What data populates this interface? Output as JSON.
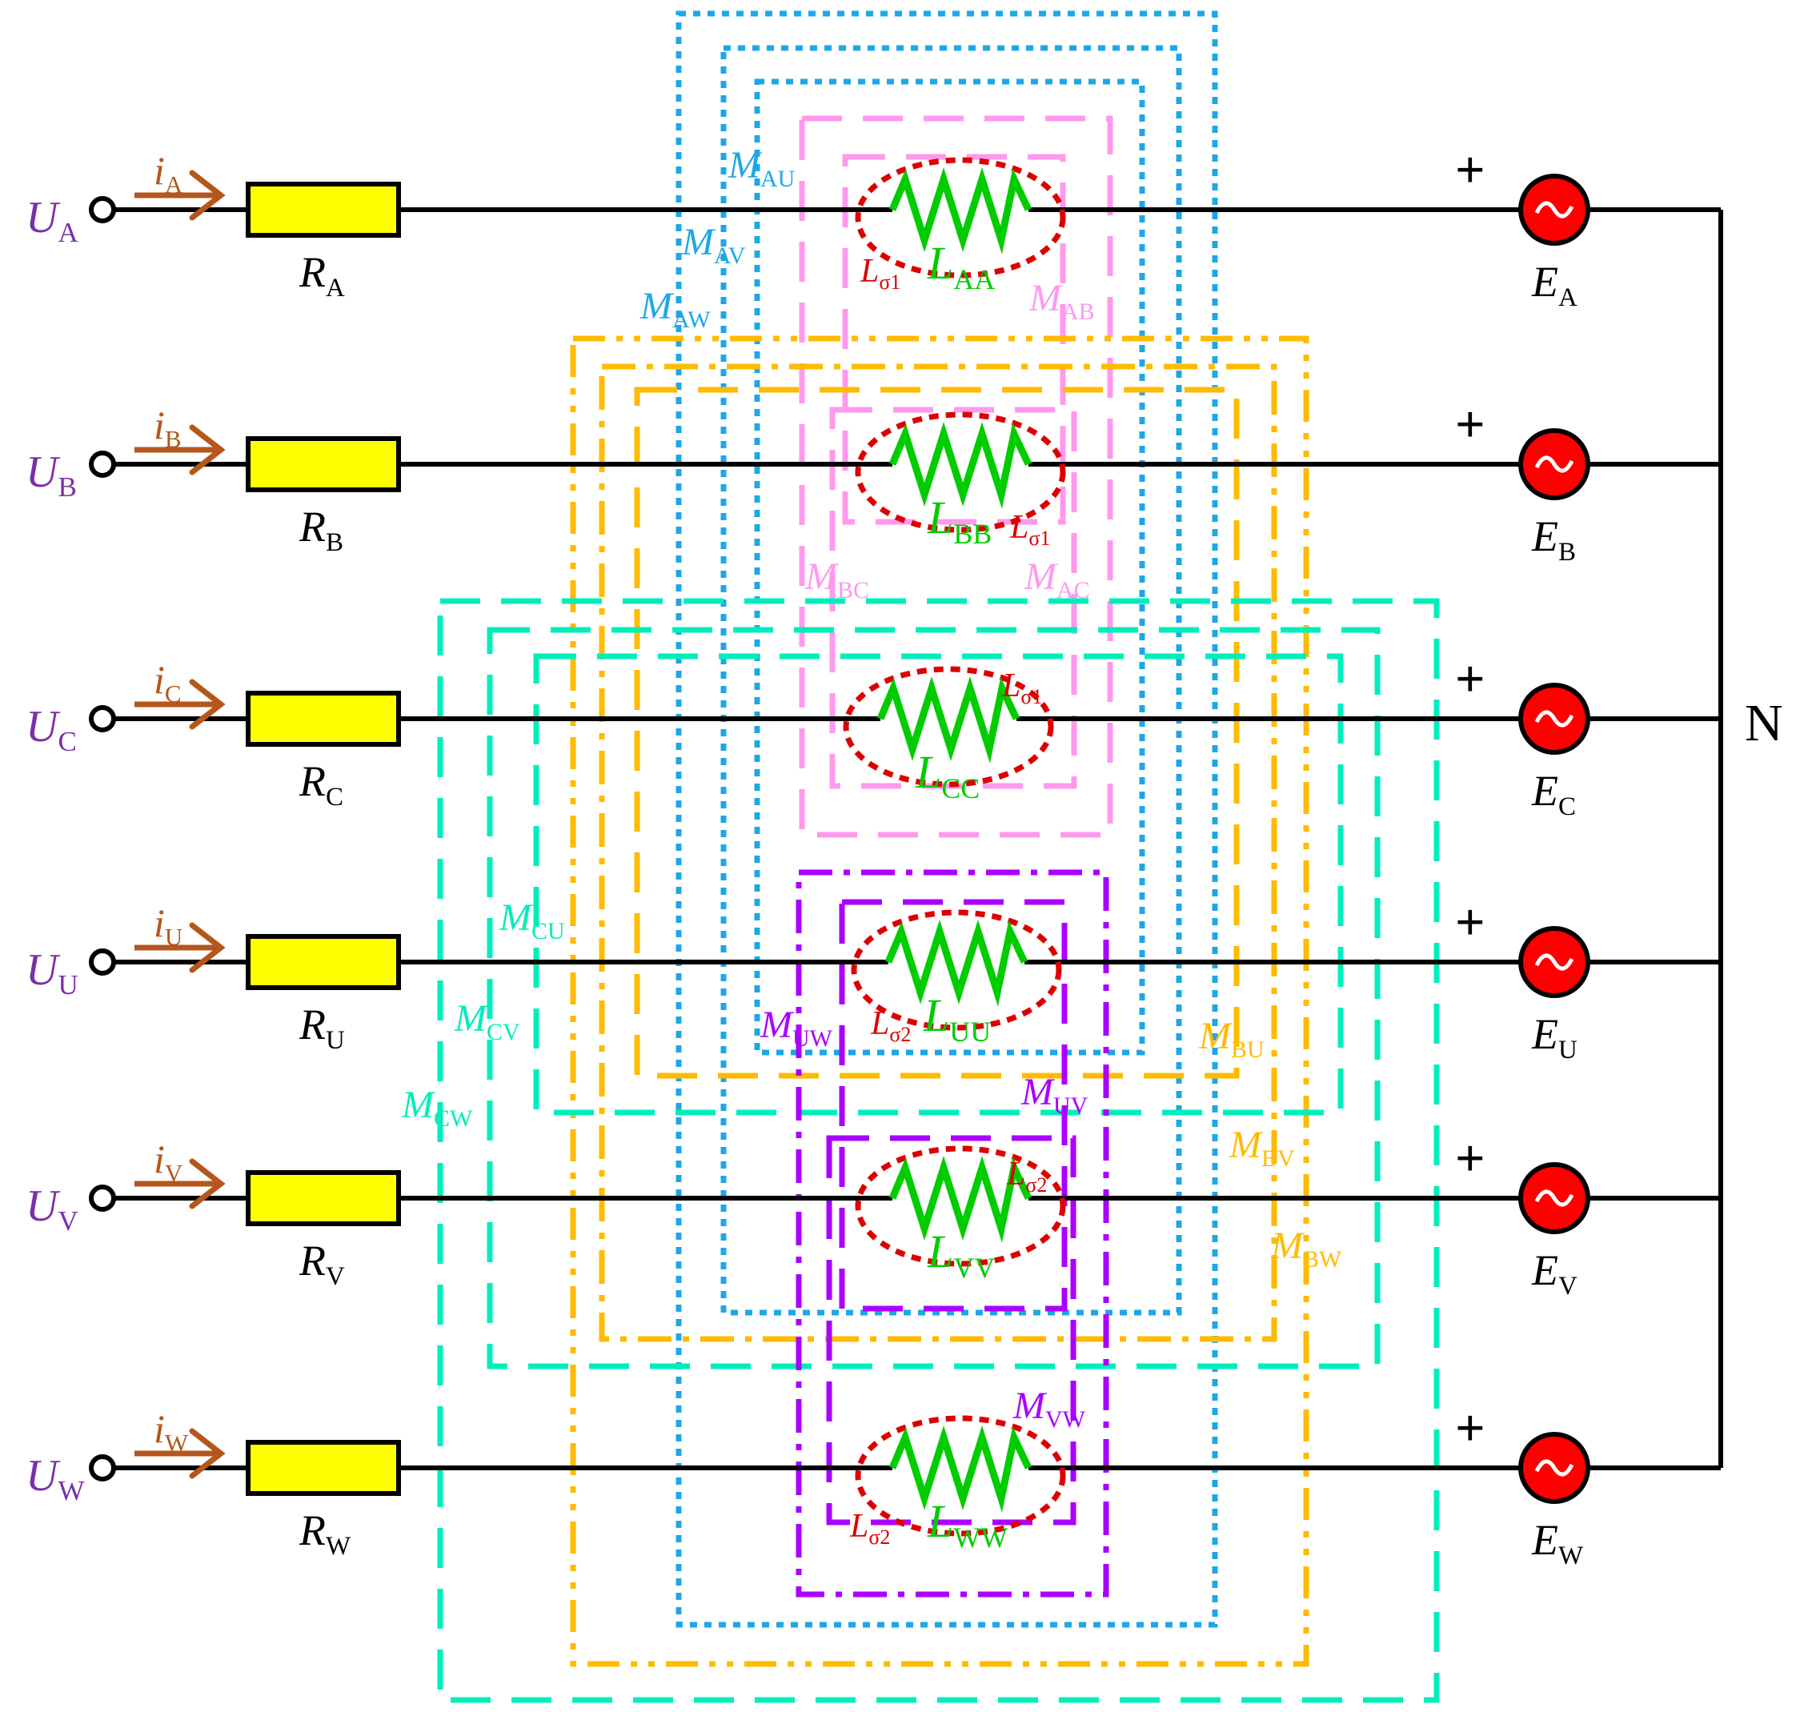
{
  "colors": {
    "wire": "#000000",
    "resistor": "#ffff00",
    "source": "#ff0000",
    "current": "#b5561b",
    "voltage_label": "#7b2fa8",
    "inductor": "#00cc00",
    "leakage": "#dd0000",
    "mutual_phase1_outer": "#1ea7e6",
    "mutual_phase1_inner": "#ff99ee",
    "mutual_cross": "#ffbb00",
    "mutual_cross_outer": "#00eebb",
    "mutual_phase2_inner": "#aa00ff"
  },
  "phases": [
    {
      "id": "A",
      "voltage": "U",
      "voltage_sub": "A",
      "current": "i",
      "current_sub": "A",
      "resistor": "R",
      "resistor_sub": "A",
      "inductor": "L",
      "inductor_sub": "AA",
      "source": "E",
      "source_sub": "A",
      "plus": "+"
    },
    {
      "id": "B",
      "voltage": "U",
      "voltage_sub": "B",
      "current": "i",
      "current_sub": "B",
      "resistor": "R",
      "resistor_sub": "B",
      "inductor": "L",
      "inductor_sub": "BB",
      "source": "E",
      "source_sub": "B",
      "plus": "+"
    },
    {
      "id": "C",
      "voltage": "U",
      "voltage_sub": "C",
      "current": "i",
      "current_sub": "C",
      "resistor": "R",
      "resistor_sub": "C",
      "inductor": "L",
      "inductor_sub": "CC",
      "source": "E",
      "source_sub": "C",
      "plus": "+"
    },
    {
      "id": "U",
      "voltage": "U",
      "voltage_sub": "U",
      "current": "i",
      "current_sub": "U",
      "resistor": "R",
      "resistor_sub": "U",
      "inductor": "L",
      "inductor_sub": "UU",
      "source": "E",
      "source_sub": "U",
      "plus": "+"
    },
    {
      "id": "V",
      "voltage": "U",
      "voltage_sub": "V",
      "current": "i",
      "current_sub": "V",
      "resistor": "R",
      "resistor_sub": "V",
      "inductor": "L",
      "inductor_sub": "VV",
      "source": "E",
      "source_sub": "V",
      "plus": "+"
    },
    {
      "id": "W",
      "voltage": "U",
      "voltage_sub": "W",
      "current": "i",
      "current_sub": "W",
      "resistor": "R",
      "resistor_sub": "W",
      "inductor": "L",
      "inductor_sub": "WW",
      "source": "E",
      "source_sub": "W",
      "plus": "+"
    }
  ],
  "leakage_labels": [
    {
      "id": "la",
      "main": "L",
      "sub": "σ1"
    },
    {
      "id": "lb",
      "main": "L",
      "sub": "σ1"
    },
    {
      "id": "lc",
      "main": "L",
      "sub": "σ1"
    },
    {
      "id": "lu",
      "main": "L",
      "sub": "σ2"
    },
    {
      "id": "lv",
      "main": "L",
      "sub": "σ2"
    },
    {
      "id": "lw",
      "main": "L",
      "sub": "σ2"
    }
  ],
  "mutual_labels": [
    {
      "id": "au",
      "main": "M",
      "sub": "AU"
    },
    {
      "id": "av",
      "main": "M",
      "sub": "AV"
    },
    {
      "id": "aw",
      "main": "M",
      "sub": "AW"
    },
    {
      "id": "ab",
      "main": "M",
      "sub": "AB"
    },
    {
      "id": "bc",
      "main": "M",
      "sub": "BC"
    },
    {
      "id": "ac",
      "main": "M",
      "sub": "AC"
    },
    {
      "id": "cu",
      "main": "M",
      "sub": "CU"
    },
    {
      "id": "cv",
      "main": "M",
      "sub": "CV"
    },
    {
      "id": "cw",
      "main": "M",
      "sub": "CW"
    },
    {
      "id": "uw",
      "main": "M",
      "sub": "UW"
    },
    {
      "id": "uv",
      "main": "M",
      "sub": "UV"
    },
    {
      "id": "bu",
      "main": "M",
      "sub": "BU"
    },
    {
      "id": "bv",
      "main": "M",
      "sub": "BV"
    },
    {
      "id": "bw",
      "main": "M",
      "sub": "BW"
    },
    {
      "id": "vw",
      "main": "M",
      "sub": "VW"
    }
  ],
  "neutral": "N"
}
